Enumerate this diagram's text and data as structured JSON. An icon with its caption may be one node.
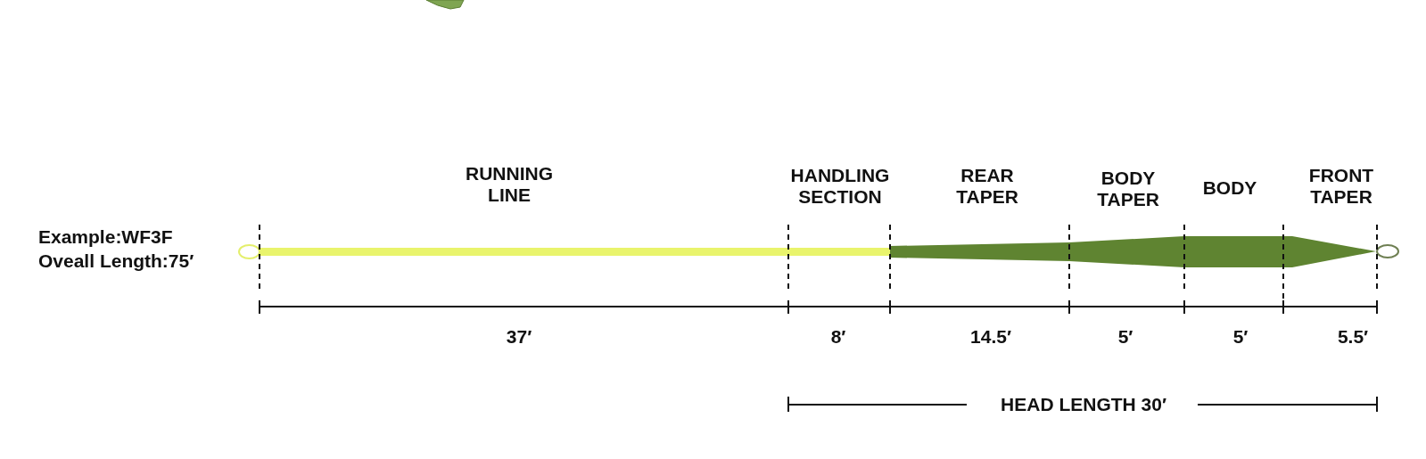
{
  "diagram": {
    "labels": [
      "RUNNING LINE",
      "HANDLING SECTION",
      "REAR TAPER",
      "BODY TAPER",
      "BODY",
      "FRONT TAPER",
      "Example:WF3F",
      "Oveall Length:75′",
      "37′",
      "8′",
      "14.5′",
      "5′",
      "5′",
      "5.5′",
      "HEAD LENGTH 30′"
    ]
  }
}
